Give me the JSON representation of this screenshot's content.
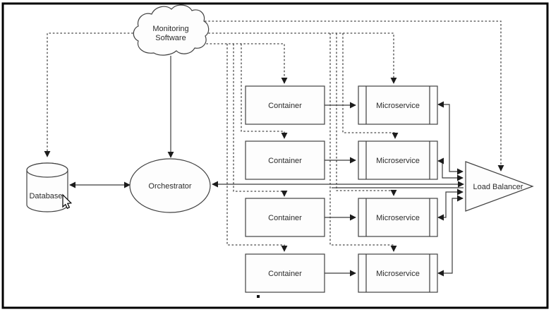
{
  "diagram": {
    "nodes": {
      "monitoring": {
        "shape": "cloud",
        "label_line1": "Monitoring",
        "label_line2": "Software"
      },
      "database": {
        "shape": "cylinder",
        "label": "Database"
      },
      "orchestrator": {
        "shape": "ellipse",
        "label": "Orchestrator"
      },
      "load_balancer": {
        "shape": "triangle",
        "label": "Load Balancer"
      },
      "containers": [
        {
          "label": "Container"
        },
        {
          "label": "Container"
        },
        {
          "label": "Container"
        },
        {
          "label": "Container"
        }
      ],
      "microservices": [
        {
          "label": "Microservice"
        },
        {
          "label": "Microservice"
        },
        {
          "label": "Microservice"
        },
        {
          "label": "Microservice"
        }
      ]
    },
    "edges": [
      {
        "from": "monitoring",
        "to": "database",
        "style": "dashed",
        "arrow": "end"
      },
      {
        "from": "monitoring",
        "to": "orchestrator",
        "style": "solid",
        "arrow": "end"
      },
      {
        "from": "monitoring",
        "to": "load_balancer",
        "style": "dashed",
        "arrow": "end"
      },
      {
        "from": "monitoring",
        "to": "container-1",
        "style": "dashed",
        "arrow": "end"
      },
      {
        "from": "monitoring",
        "to": "container-2",
        "style": "dashed",
        "arrow": "end"
      },
      {
        "from": "monitoring",
        "to": "container-3",
        "style": "dashed",
        "arrow": "end"
      },
      {
        "from": "monitoring",
        "to": "container-4",
        "style": "dashed",
        "arrow": "end"
      },
      {
        "from": "monitoring",
        "to": "microservice-1",
        "style": "dashed",
        "arrow": "end"
      },
      {
        "from": "monitoring",
        "to": "microservice-2",
        "style": "dashed",
        "arrow": "end"
      },
      {
        "from": "monitoring",
        "to": "microservice-3",
        "style": "dashed",
        "arrow": "end"
      },
      {
        "from": "monitoring",
        "to": "microservice-4",
        "style": "dashed",
        "arrow": "end"
      },
      {
        "from": "database",
        "to": "orchestrator",
        "style": "solid",
        "arrow": "both"
      },
      {
        "from": "orchestrator",
        "to": "load_balancer",
        "style": "solid",
        "arrow": "both"
      },
      {
        "from": "container-1",
        "to": "microservice-1",
        "style": "solid",
        "arrow": "end"
      },
      {
        "from": "container-2",
        "to": "microservice-2",
        "style": "solid",
        "arrow": "end"
      },
      {
        "from": "container-3",
        "to": "microservice-3",
        "style": "solid",
        "arrow": "end"
      },
      {
        "from": "container-4",
        "to": "microservice-4",
        "style": "solid",
        "arrow": "end"
      },
      {
        "from": "microservice-1",
        "to": "load_balancer",
        "style": "solid",
        "arrow": "both"
      },
      {
        "from": "microservice-2",
        "to": "load_balancer",
        "style": "solid",
        "arrow": "both"
      },
      {
        "from": "microservice-3",
        "to": "load_balancer",
        "style": "solid",
        "arrow": "both"
      },
      {
        "from": "microservice-4",
        "to": "load_balancer",
        "style": "solid",
        "arrow": "both"
      }
    ],
    "colors": {
      "line": "#3c3c3c",
      "frame": "#000000",
      "background": "#ffffff"
    }
  }
}
